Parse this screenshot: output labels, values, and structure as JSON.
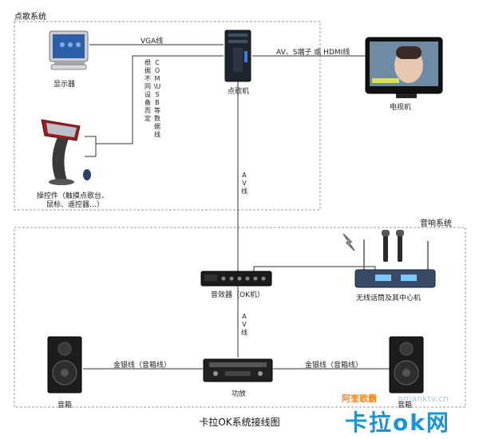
{
  "sections": {
    "song_system": "点歌系统",
    "audio_system": "音响系统"
  },
  "devices": {
    "monitor": "显示器",
    "song_pc": "点歌机",
    "tv": "电视机",
    "controller": "操控件（触摸点歌台、",
    "controller_line2": "鼠标、遥控器…）",
    "effects": "音效器（OK机）",
    "wireless_mic": "无线话筒及其中心机",
    "speaker_left": "音箱",
    "amplifier": "功放",
    "speaker_right": "音箱"
  },
  "cables": {
    "vga": "VGA线",
    "av_hdmi": "AV、S端子 或 HDMI线",
    "com_usb": "COM\\USB等数据线",
    "com_usb_note": "根据不同设备而定",
    "av_1": "AV线",
    "av_2": "AV线",
    "gold_silver_left": "金银线（音箱线）",
    "gold_silver_right": "金银线（音箱线）"
  },
  "title": "卡拉OK系统接线图",
  "watermark": {
    "site_cn": "阿奎歌霸",
    "site_url": "amanktv.cn",
    "logo": "卡拉ok网"
  }
}
